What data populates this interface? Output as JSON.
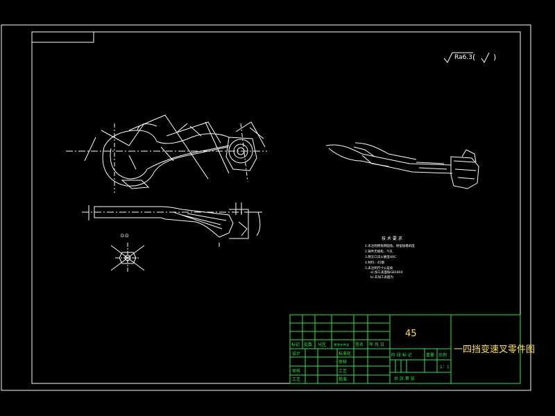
{
  "roughness": {
    "value": "Ra6.3",
    "paren_open": "(",
    "paren_close": ")"
  },
  "section_label": "D-D",
  "tech_notes": {
    "title": "技 术 要 求",
    "items": [
      "1.未注明倒角倒圆角，保留拔模斜度",
      "2.铸件无缩松、气孔",
      "3.两叉口淬火硬度HRC",
      "4.材料：45钢",
      "5.未注明尺寸公差按",
      "a).加工表面按GB1804",
      "b).非加工表面为"
    ]
  },
  "title_block": {
    "material": "45",
    "drawing_name": "一四挡变速叉零件图",
    "marker_label": "标记",
    "count_label": "处数",
    "zone_label": "分区",
    "change_doc_label": "更改文件号",
    "signature_label": "签名",
    "date_label": "年 月 日",
    "design_label": "设计",
    "standardize_label": "标准化",
    "review_label": "审核",
    "process_label": "工艺",
    "approve_label": "批准",
    "check_label": "审核",
    "stage_label": "阶 段 标 记",
    "weight_label": "重量",
    "scale_label": "比例",
    "scale_value": "1：1",
    "sheets_label": "共  张  第  张"
  },
  "colors": {
    "background": "#000000",
    "line": "#ffffff",
    "table_line": "#2ee84a",
    "accent": "#ffe24a"
  }
}
